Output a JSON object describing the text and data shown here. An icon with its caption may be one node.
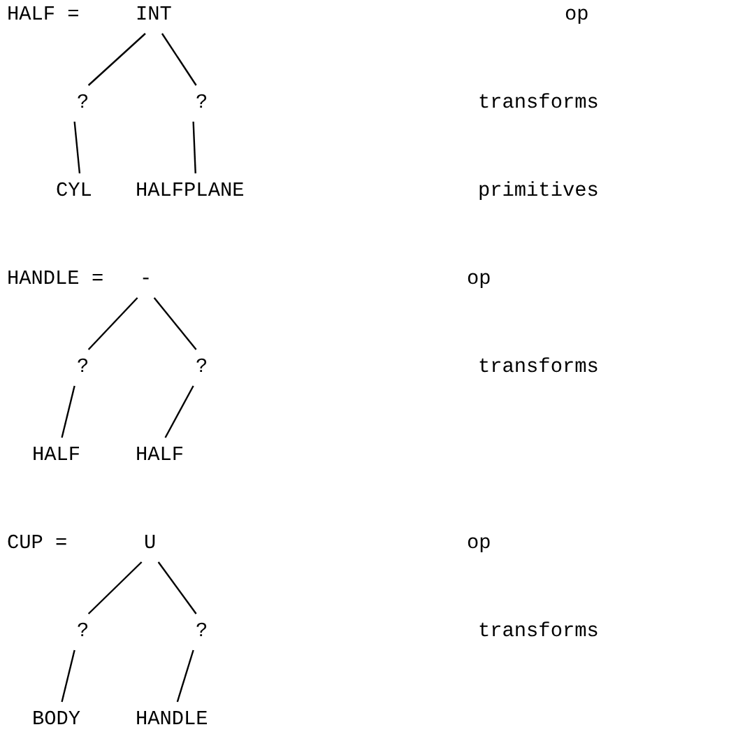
{
  "diagram": {
    "nodes": [
      {
        "text": [
          "INT"
        ]
      },
      {
        "text": [
          "?"
        ]
      },
      {
        "text": [
          "?"
        ]
      },
      {
        "text": [
          "CYL"
        ]
      },
      {
        "text": [
          "HALFPLANE"
        ]
      },
      {
        "text": [
          "-"
        ]
      },
      {
        "text": [
          "?"
        ]
      },
      {
        "text": [
          "?"
        ]
      },
      {
        "text": [
          "HALF"
        ]
      },
      {
        "text": [
          "HALF"
        ]
      },
      {
        "text": [
          "U"
        ]
      },
      {
        "text": [
          "?"
        ]
      },
      {
        "text": [
          "?"
        ]
      },
      {
        "text": [
          "BODY"
        ]
      },
      {
        "text": [
          "HANDLE"
        ]
      }
    ],
    "edges": [
      {
        "from": 0,
        "to": 1,
        "arrow": "none"
      },
      {
        "from": 0,
        "to": 2,
        "arrow": "none"
      },
      {
        "from": 1,
        "to": 3,
        "arrow": "none"
      },
      {
        "from": 2,
        "to": 4,
        "arrow": "none"
      },
      {
        "from": 5,
        "to": 6,
        "arrow": "none"
      },
      {
        "from": 5,
        "to": 7,
        "arrow": "none"
      },
      {
        "from": 6,
        "to": 8,
        "arrow": "none"
      },
      {
        "from": 7,
        "to": 9,
        "arrow": "none"
      },
      {
        "from": 10,
        "to": 11,
        "arrow": "none"
      },
      {
        "from": 10,
        "to": 12,
        "arrow": "none"
      },
      {
        "from": 11,
        "to": 13,
        "arrow": "none"
      },
      {
        "from": 12,
        "to": 14,
        "arrow": "none"
      }
    ],
    "labels": [
      "HALF =",
      "op",
      "transforms",
      "primitives",
      "HANDLE =",
      "op",
      "transforms",
      "CUP =",
      "op",
      "transforms"
    ]
  }
}
